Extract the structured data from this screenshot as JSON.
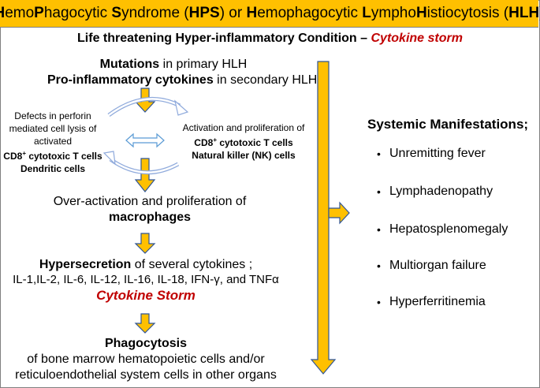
{
  "title": {
    "segments": [
      {
        "text": "H",
        "bold": true
      },
      {
        "text": "emo",
        "bold": false
      },
      {
        "text": "P",
        "bold": true
      },
      {
        "text": "hagocytic ",
        "bold": false
      },
      {
        "text": "S",
        "bold": true
      },
      {
        "text": "yndrome (",
        "bold": false
      },
      {
        "text": "HPS",
        "bold": true
      },
      {
        "text": ") or ",
        "bold": false
      },
      {
        "text": "H",
        "bold": true
      },
      {
        "text": "emophagocytic ",
        "bold": false
      },
      {
        "text": "L",
        "bold": true
      },
      {
        "text": "ympho",
        "bold": false
      },
      {
        "text": "H",
        "bold": true
      },
      {
        "text": "istiocytosis (",
        "bold": false
      },
      {
        "text": "HLH",
        "bold": true
      },
      {
        "text": ")",
        "bold": false
      }
    ]
  },
  "subtitle": {
    "main": "Life threatening  Hyper-inflammatory Condition   –  ",
    "storm": "Cytokine storm"
  },
  "causes": {
    "line1_bold": "Mutations",
    "line1_rest": " in primary HLH",
    "line2_bold": "Pro-inflammatory cytokines",
    "line2_rest": " in secondary HLH"
  },
  "left_note": {
    "lines": [
      "Defects in perforin",
      "mediated cell lysis of",
      "activated"
    ],
    "cells1_prefix": "CD8",
    "cells1_sup": "+",
    "cells1_rest": " cytotoxic T cells",
    "cells2": "Dendritic cells"
  },
  "right_note": {
    "line1": "Activation and proliferation of",
    "cells1_prefix": "CD8",
    "cells1_sup": "+",
    "cells1_rest": " cytotoxic T cells",
    "cells2": "Natural killer (NK) cells"
  },
  "overactivation": {
    "line1": "Over-activation and proliferation of",
    "line2": "macrophages"
  },
  "hypersecretion": {
    "line1_bold": "Hypersecretion",
    "line1_rest": " of several cytokines ;",
    "line2": "IL-1,IL-2, IL-6, IL-12, IL-16, IL-18, IFN-γ, and TNFα",
    "storm": "Cytokine Storm"
  },
  "phagocytosis": {
    "title": "Phagocytosis",
    "line1": "of bone marrow hematopoietic cells and/or",
    "line2": "reticuloendothelial system cells in other organs"
  },
  "systemic": {
    "title": "Systemic Manifestations;",
    "items": [
      "Unremitting fever",
      "Lymphadenopathy",
      "Hepatosplenomegaly",
      "Multiorgan failure",
      "Hyperferritinemia"
    ]
  },
  "colors": {
    "banner": "#ffc000",
    "arrow_fill": "#ffc000",
    "arrow_stroke": "#2f5597",
    "storm_red": "#c00000"
  }
}
